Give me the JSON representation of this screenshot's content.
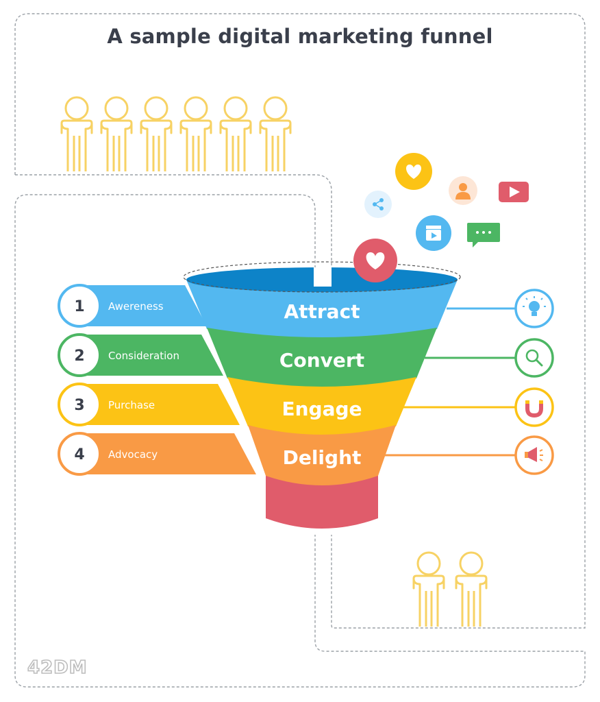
{
  "title": "A sample digital marketing funnel",
  "stages": [
    {
      "num": "1",
      "label": "Awereness",
      "color": "#53b8f0"
    },
    {
      "num": "2",
      "label": "Consideration",
      "color": "#4cb663"
    },
    {
      "num": "3",
      "label": "Purchase",
      "color": "#fcc315"
    },
    {
      "num": "4",
      "label": "Advocacy",
      "color": "#f99a45"
    }
  ],
  "funnel": [
    {
      "label": "Attract",
      "color": "#53b8f0"
    },
    {
      "label": "Convert",
      "color": "#4cb663"
    },
    {
      "label": "Engage",
      "color": "#fcc315"
    },
    {
      "label": "Delight",
      "color": "#f99a45"
    }
  ],
  "funnel_spout_color": "#e05c6b",
  "right_icons": [
    {
      "icon": "lightbulb-icon",
      "color": "#53b8f0"
    },
    {
      "icon": "magnifier-icon",
      "color": "#4cb663"
    },
    {
      "icon": "magnet-icon",
      "color": "#fcc315"
    },
    {
      "icon": "megaphone-icon",
      "color": "#f99a45"
    }
  ],
  "social_icons": [
    "heart-icon",
    "share-icon",
    "user-icon",
    "video-play-icon",
    "clapperboard-icon",
    "chat-icon",
    "heart-icon"
  ],
  "people": {
    "top_count": 6,
    "bottom_count": 2,
    "color": "#f7d264"
  },
  "logo": "42DM"
}
